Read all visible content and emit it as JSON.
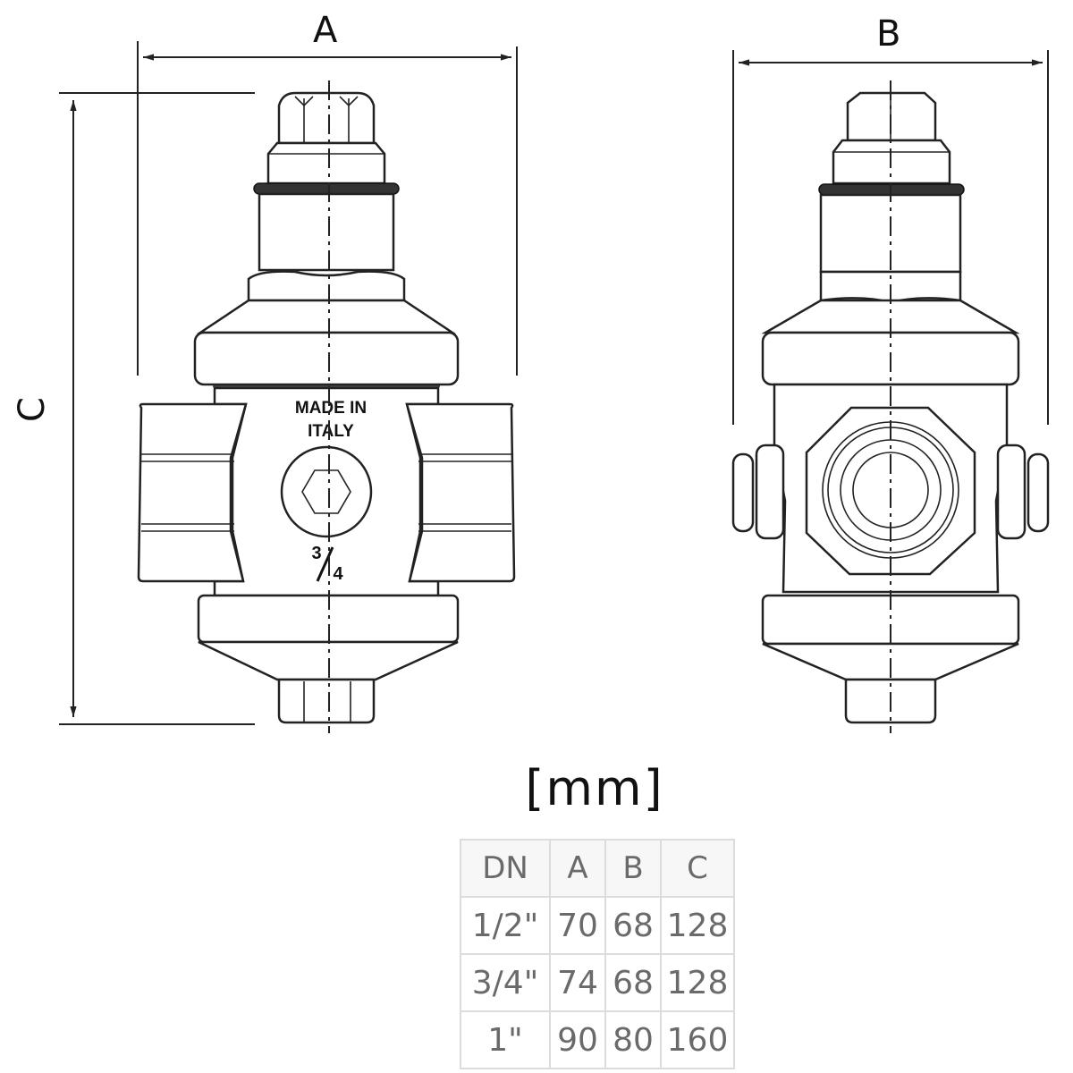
{
  "drawing": {
    "dimension_labels": {
      "a": "A",
      "b": "B",
      "c": "C"
    },
    "body_marking": {
      "line1": "MADE IN",
      "line2": "ITALY",
      "size_numerator": "3",
      "size_denominator": "4"
    }
  },
  "units": "[mm]",
  "table": {
    "headers": [
      "DN",
      "A",
      "B",
      "C"
    ],
    "rows": [
      [
        "1/2\"",
        "70",
        "68",
        "128"
      ],
      [
        "3/4\"",
        "74",
        "68",
        "128"
      ],
      [
        "1\"",
        "90",
        "80",
        "160"
      ]
    ]
  },
  "colors": {
    "line": "#222222",
    "table_text": "#6a6a6a",
    "table_border": "#dcdcdc"
  }
}
